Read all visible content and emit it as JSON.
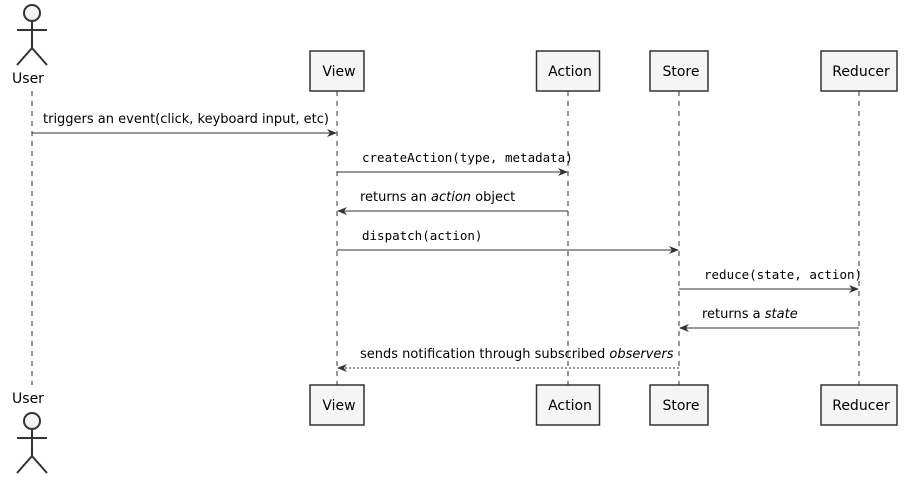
{
  "participants": [
    {
      "id": "user",
      "label": "User",
      "kind": "actor"
    },
    {
      "id": "view",
      "label": "View",
      "kind": "box"
    },
    {
      "id": "action",
      "label": "Action",
      "kind": "box"
    },
    {
      "id": "store",
      "label": "Store",
      "kind": "box"
    },
    {
      "id": "reducer",
      "label": "Reducer",
      "kind": "box"
    }
  ],
  "messages": [
    {
      "from": "user",
      "to": "view",
      "style": "solid",
      "font": "sans",
      "text": [
        {
          "t": "triggers an event(click, keyboard input, etc)"
        }
      ]
    },
    {
      "from": "view",
      "to": "action",
      "style": "solid",
      "font": "mono",
      "text": [
        {
          "t": "createAction(type, metadata)"
        }
      ]
    },
    {
      "from": "action",
      "to": "view",
      "style": "solid",
      "font": "sans",
      "text": [
        {
          "t": "returns an "
        },
        {
          "t": "action",
          "i": true
        },
        {
          "t": " object"
        }
      ]
    },
    {
      "from": "view",
      "to": "store",
      "style": "solid",
      "font": "mono",
      "text": [
        {
          "t": "dispatch(action)"
        }
      ]
    },
    {
      "from": "store",
      "to": "reducer",
      "style": "solid",
      "font": "mono",
      "text": [
        {
          "t": "reduce(state, action)"
        }
      ]
    },
    {
      "from": "reducer",
      "to": "store",
      "style": "solid",
      "font": "sans",
      "text": [
        {
          "t": "returns a "
        },
        {
          "t": "state",
          "i": true
        }
      ]
    },
    {
      "from": "store",
      "to": "view",
      "style": "dashed",
      "font": "sans",
      "text": [
        {
          "t": "sends notification through subscribed "
        },
        {
          "t": "observers",
          "i": true
        }
      ]
    }
  ],
  "colors": {
    "line": "#333333",
    "box_fill": "#f5f5f5",
    "box_stroke": "#333333",
    "text": "#000000"
  }
}
